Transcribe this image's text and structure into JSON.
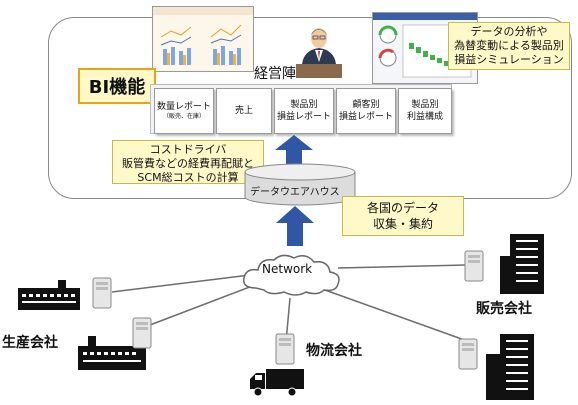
{
  "management": {
    "label": "経営陣"
  },
  "bi": {
    "label": "BI機能"
  },
  "reports": [
    {
      "title": "数量レポート",
      "sub": "（販売、在庫）"
    },
    {
      "title": "売上",
      "sub": ""
    },
    {
      "title": "製品別\n損益レポート",
      "sub": ""
    },
    {
      "title": "顧客別\n損益レポート",
      "sub": ""
    },
    {
      "title": "製品別\n利益構成",
      "sub": ""
    }
  ],
  "callouts": {
    "analysis": "データの分析や\n為替変動による製品別\n損益シミュレーション",
    "cost": "コストドライバ\n販管費などの経費再配賦と\nSCM総コストの計算",
    "collect": "各国のデータ\n収集・集約"
  },
  "warehouse": {
    "label": "データウエアハウス"
  },
  "network": {
    "label": "Network"
  },
  "sites": {
    "production": "生産会社",
    "logistics": "物流会社",
    "sales": "販売会社"
  },
  "colors": {
    "callout_fill": "#fff9c9",
    "bi_border": "#e8a415",
    "arrow": "#2f57a6",
    "line": "#6d6d6d"
  }
}
